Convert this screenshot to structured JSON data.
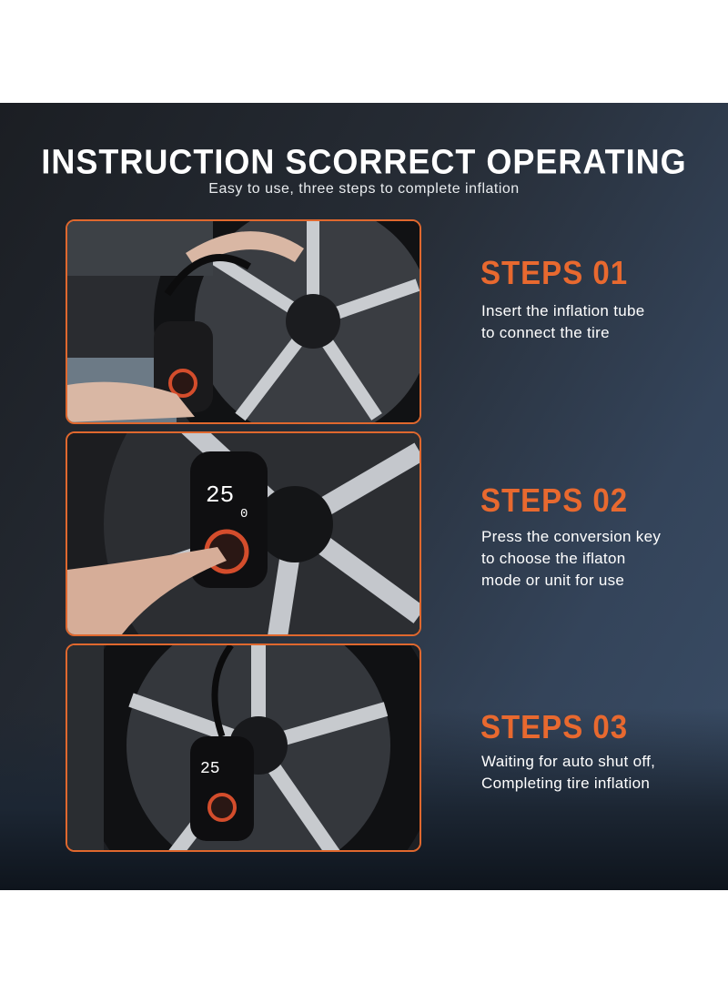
{
  "header": {
    "title": "INSTRUCTION SCORRECT OPERATING",
    "subtitle": "Easy to use, three steps to complete inflation"
  },
  "steps": [
    {
      "heading": "STEPS 01",
      "description": "Insert the inflation tube\nto connect the tire"
    },
    {
      "heading": "STEPS 02",
      "description": "Press the conversion key\nto choose the iflaton\nmode or unit for use"
    },
    {
      "heading": "STEPS 03",
      "description": "Waiting for auto shut off,\nCompleting tire inflation"
    }
  ],
  "colors": {
    "accent": "#e8692f",
    "border": "#e0682e",
    "background": "#262c35",
    "text": "#ffffff"
  },
  "icons": [
    "tire-photo",
    "inflator-device",
    "hand",
    "finger"
  ]
}
